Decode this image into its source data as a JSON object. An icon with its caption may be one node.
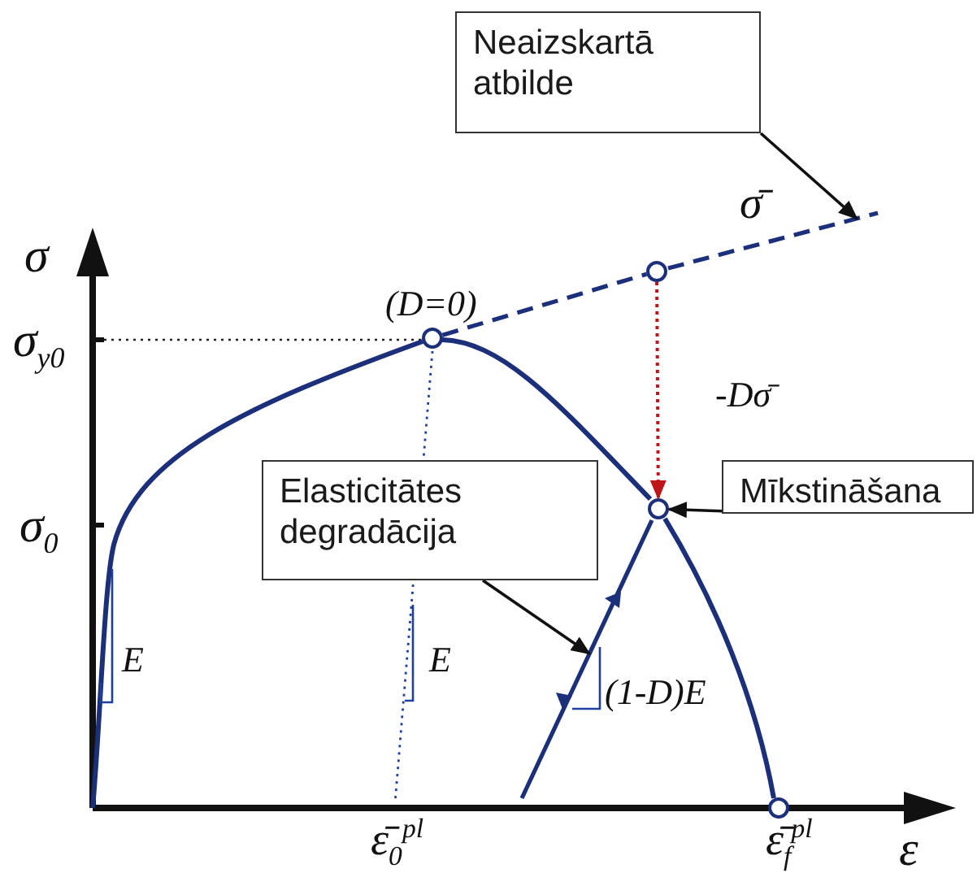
{
  "diagram": {
    "nodes": [
      {
        "text": [
          "Neaizskartā atbilde"
        ]
      },
      {
        "text": [
          "Mīkstināšana"
        ]
      },
      {
        "text": [
          "Elasticitātes degradācija"
        ]
      },
      {
        "text": [],
        "shape": "line"
      },
      {
        "text": [],
        "shape": "circle"
      },
      {
        "text": [],
        "shape": "line"
      },
      {
        "text": [],
        "shape": "circle"
      },
      {
        "text": [],
        "shape": "circle"
      },
      {
        "text": [],
        "shape": "circle"
      }
    ],
    "edges": [
      {
        "from": 0,
        "to": 3,
        "arrow": "to"
      },
      {
        "from": 1,
        "to": 4,
        "arrow": "to"
      },
      {
        "from": 2,
        "to": 5,
        "arrow": "to"
      },
      {
        "from": 7,
        "to": 4,
        "arrow": "to",
        "label": "-Dσ̄",
        "style": "dashed",
        "color": "#c0141b"
      },
      {
        "from": 6,
        "to": 7,
        "arrow": "none",
        "style": "dashed",
        "color": "#1b2f7a"
      }
    ],
    "labels": [
      "σ",
      "σ$_{y0}$",
      "(D=0)",
      "σ̄",
      "σ$_{0}$",
      "E",
      "E",
      "(1-D)E",
      "ε̄$_{0}$$^{pl}$",
      "ε̄$_{f}$$^{pl}$",
      "ε"
    ]
  }
}
